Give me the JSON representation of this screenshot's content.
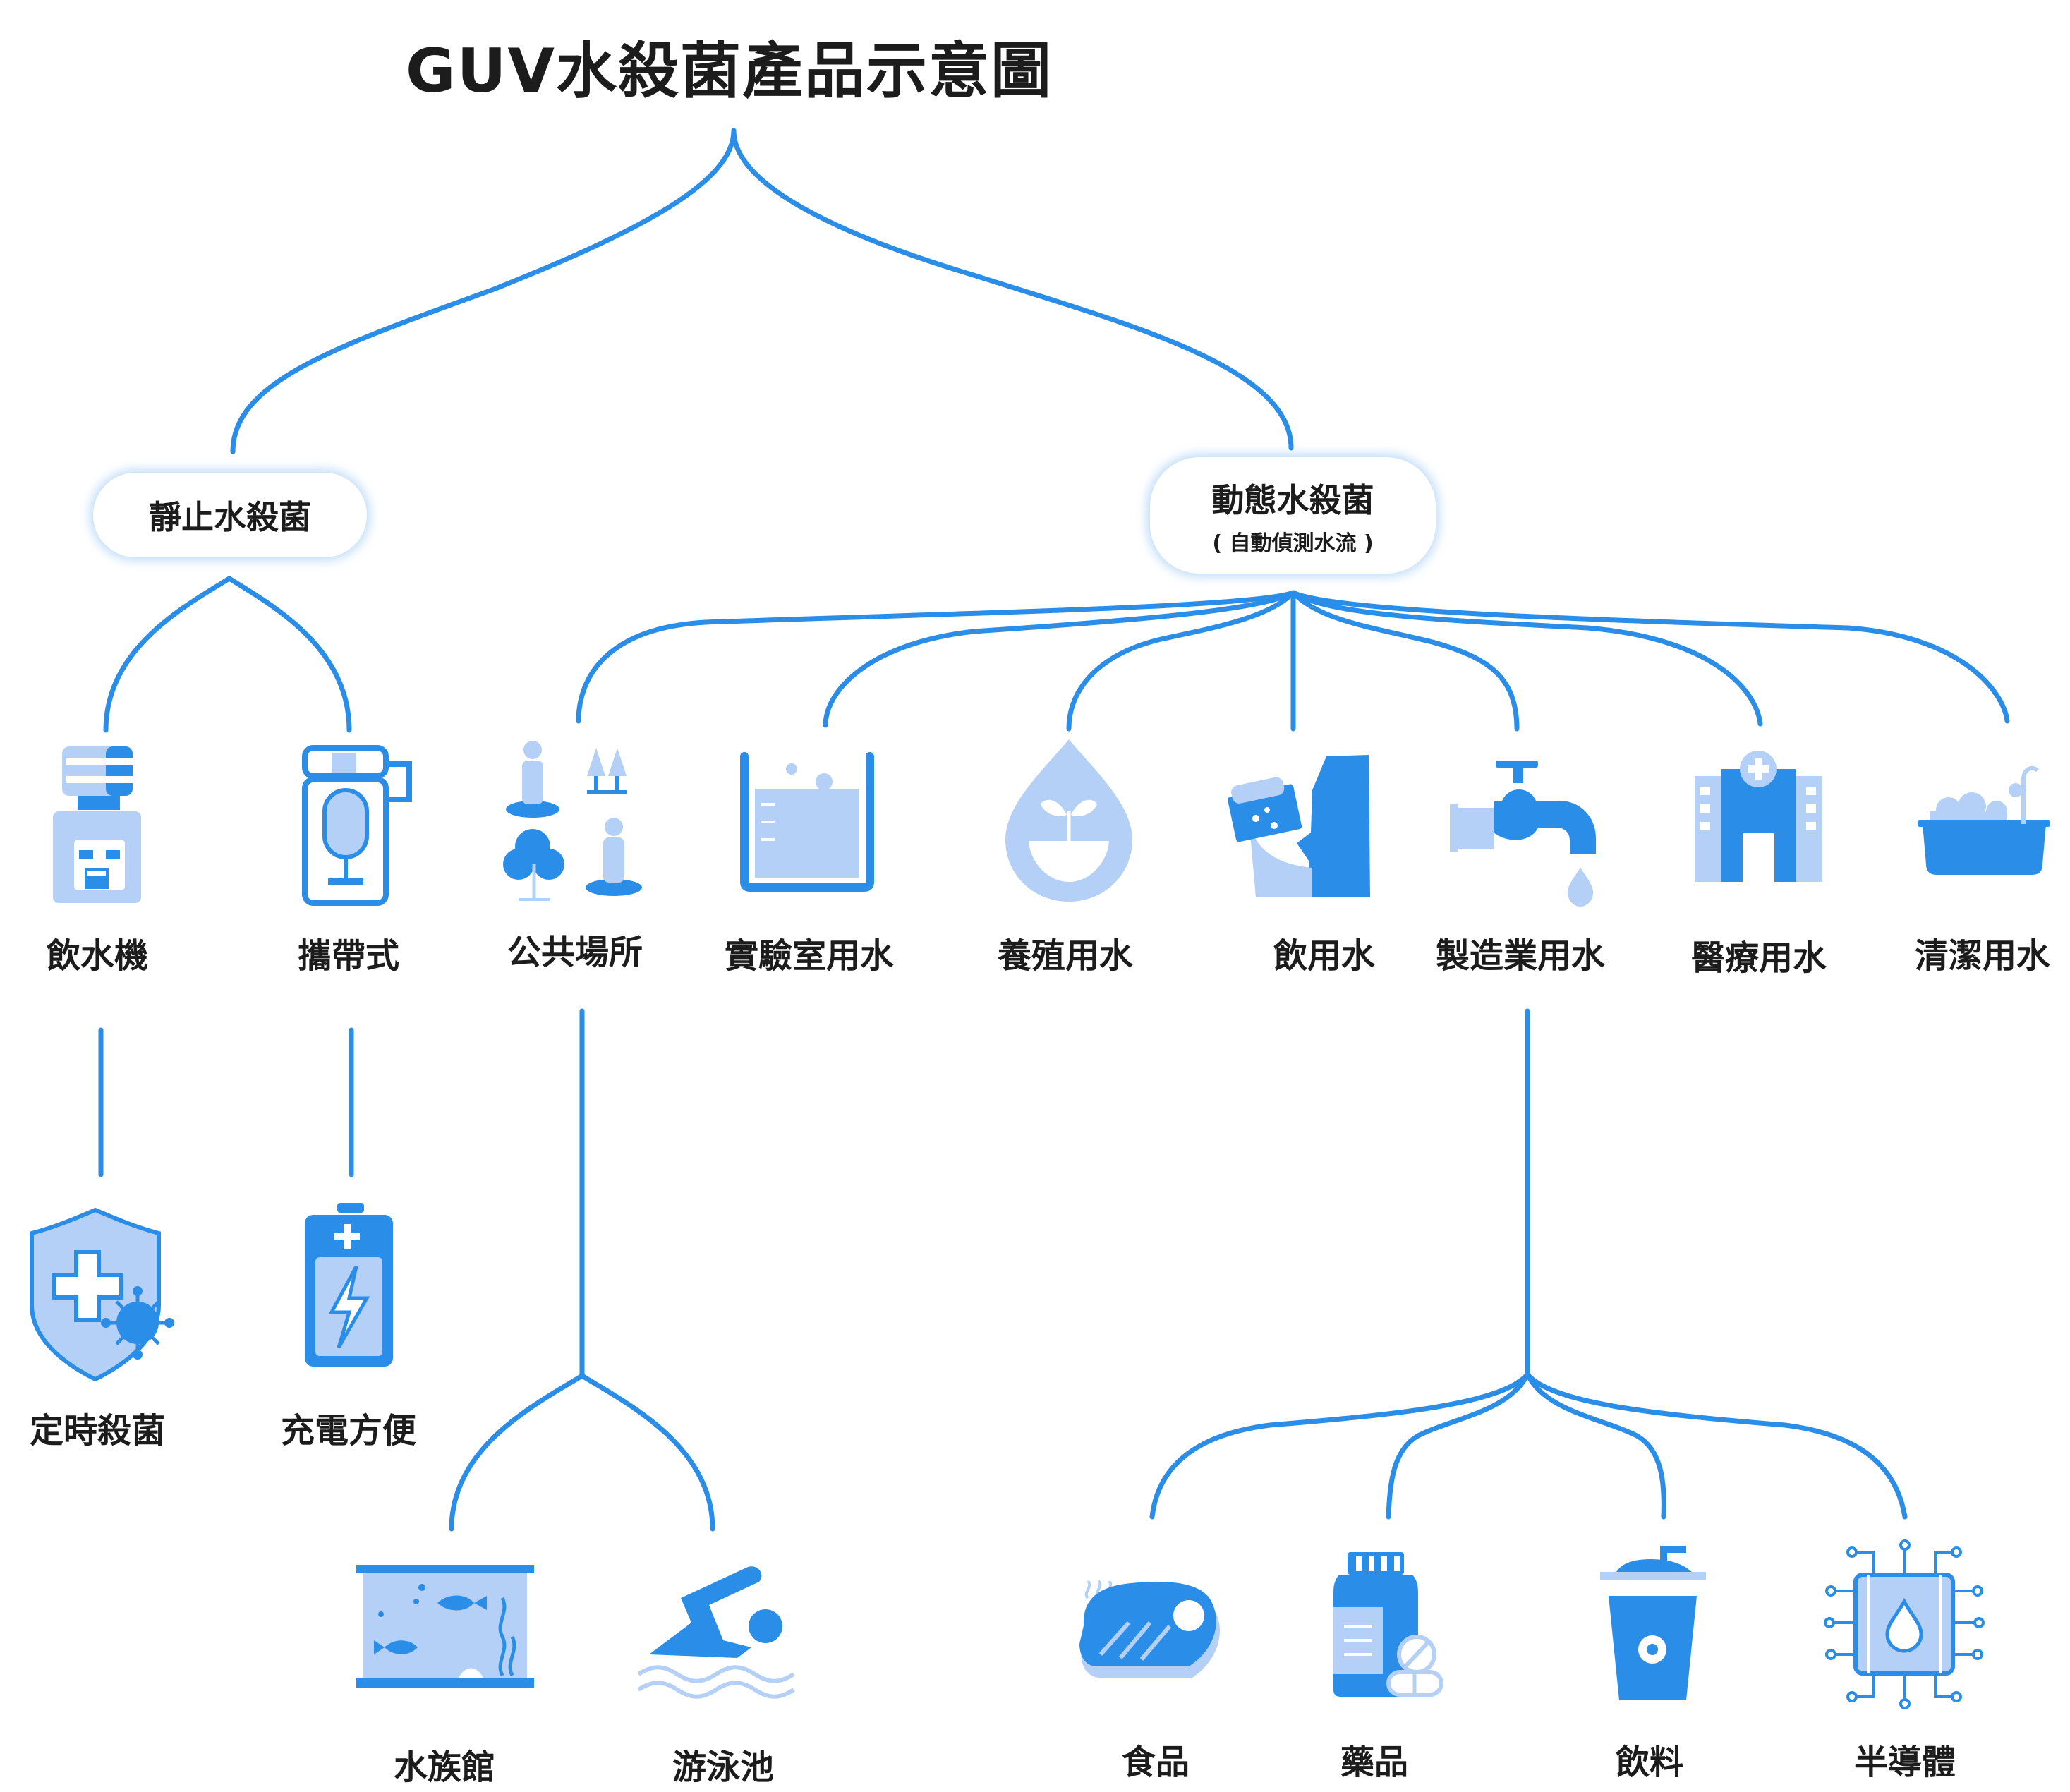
{
  "title": "GUV水殺菌產品示意圖",
  "colors": {
    "primary": "#2a8de8",
    "light": "#b5d0f7",
    "text": "#1c1c1c"
  },
  "categories": {
    "static": {
      "label": "靜止水殺菌"
    },
    "dynamic": {
      "label": "動態水殺菌",
      "sublabel": "( 自動偵測水流 )"
    }
  },
  "static_items": [
    {
      "label": "飲水機",
      "icon": "water-dispenser-icon",
      "feature": {
        "label": "定時殺菌",
        "icon": "shield-virus-icon"
      }
    },
    {
      "label": "攜帶式",
      "icon": "portable-bottle-icon",
      "feature": {
        "label": "充電方便",
        "icon": "battery-charge-icon"
      }
    }
  ],
  "dynamic_items": [
    {
      "label": "公共場所",
      "icon": "public-place-icon"
    },
    {
      "label": "實驗室用水",
      "icon": "beaker-icon"
    },
    {
      "label": "養殖用水",
      "icon": "water-drop-sprout-icon"
    },
    {
      "label": "飲用水",
      "icon": "drinking-cup-icon"
    },
    {
      "label": "製造業用水",
      "icon": "faucet-icon"
    },
    {
      "label": "醫療用水",
      "icon": "hospital-icon"
    },
    {
      "label": "清潔用水",
      "icon": "bathtub-icon"
    }
  ],
  "public_place_items": [
    {
      "label": "水族館",
      "icon": "aquarium-icon"
    },
    {
      "label": "游泳池",
      "icon": "swimmer-icon"
    }
  ],
  "manufacturing_items": [
    {
      "label": "食品",
      "icon": "steak-icon"
    },
    {
      "label": "藥品",
      "icon": "medicine-bottle-icon"
    },
    {
      "label": "飲料",
      "icon": "drink-cup-icon"
    },
    {
      "label": "半導體",
      "icon": "chip-icon"
    }
  ]
}
